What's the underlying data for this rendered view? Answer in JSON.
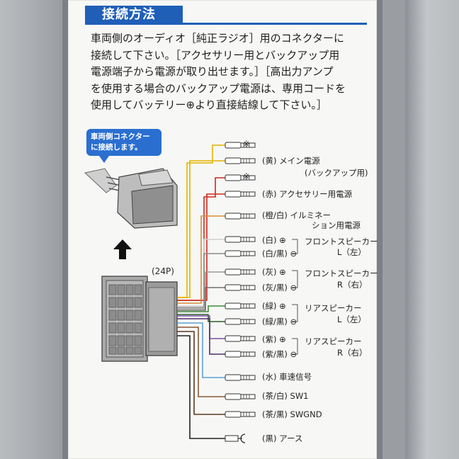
{
  "heading": "接続方法",
  "intro_lines": [
    "車両側のオーディオ［純正ラジオ］用のコネクターに",
    "接続して下さい。［アクセサリー用とバックアップ用",
    "電源端子から電源が取り出せます。］［高出力アンプ",
    "を使用する場合のバックアップ電源は、専用コードを",
    "使用してバッテリー⊕より直接結線して下さい。］"
  ],
  "callout_text": "車両側コネクター\nに接続します。",
  "pins_label": "(24P)",
  "note_mark": "※",
  "plus_mark": "⊕",
  "minus_mark": "⊖",
  "wires": [
    {
      "color_label": "",
      "description": "",
      "note": "※",
      "wire_color": "#e0b400"
    },
    {
      "color_label": "(黄)",
      "description": "メイン電源",
      "sub": "(バックアップ用)",
      "wire_color": "#e0b400"
    },
    {
      "color_label": "",
      "description": "",
      "note": "※",
      "wire_color": "#cc2a1c"
    },
    {
      "color_label": "(赤)",
      "description": "アクセサリー用電源",
      "wire_color": "#cc2a1c"
    },
    {
      "color_label": "(橙/白)",
      "description": "イルミネー",
      "sub": "ション用電源",
      "wire_color": "#d88a3a"
    },
    {
      "color_label": "(白)",
      "polarity": "+",
      "wire_color": "#cfcfcf"
    },
    {
      "color_label": "(白/黒)",
      "polarity": "-",
      "wire_color": "#8a8a8a"
    },
    {
      "color_label": "(灰)",
      "polarity": "+",
      "wire_color": "#9a9a9a"
    },
    {
      "color_label": "(灰/黒)",
      "polarity": "-",
      "wire_color": "#6e6e6e"
    },
    {
      "color_label": "(緑)",
      "polarity": "+",
      "wire_color": "#3f8a3a"
    },
    {
      "color_label": "(緑/黒)",
      "polarity": "-",
      "wire_color": "#2f5f2c"
    },
    {
      "color_label": "(紫)",
      "polarity": "+",
      "wire_color": "#7d4da8"
    },
    {
      "color_label": "(紫/黒)",
      "polarity": "-",
      "wire_color": "#4f2f6c"
    },
    {
      "color_label": "(水)",
      "description": "車速信号",
      "wire_color": "#5aa4d8"
    },
    {
      "color_label": "(茶/白)",
      "description": "SW1",
      "wire_color": "#8a5a32"
    },
    {
      "color_label": "(茶/黒)",
      "description": "SWGND",
      "wire_color": "#5c3a20"
    },
    {
      "color_label": "(黒)",
      "description": "アース",
      "wire_color": "#222222"
    }
  ],
  "speaker_groups": [
    {
      "name": "フロントスピーカー",
      "side": "L（左）"
    },
    {
      "name": "フロントスピーカー",
      "side": "R（右）"
    },
    {
      "name": "リアスピーカー",
      "side": "L（左）"
    },
    {
      "name": "リアスピーカー",
      "side": "R（右）"
    }
  ],
  "colors": {
    "heading_blue": "#1f5fb8",
    "card": "#f7f7f5",
    "text": "#202020"
  }
}
